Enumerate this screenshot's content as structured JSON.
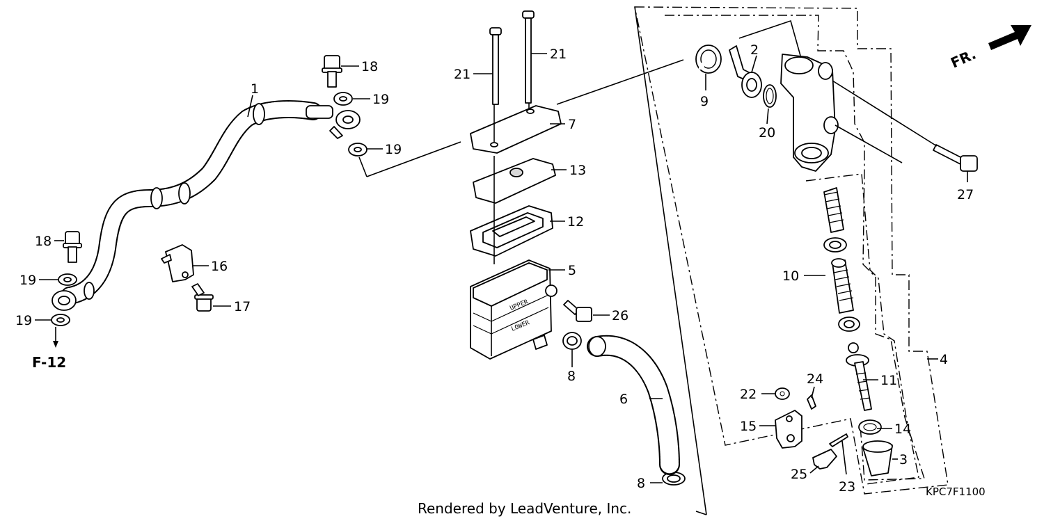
{
  "diagram": {
    "direction_label": "FR.",
    "diagram_code": "KPC7F1100",
    "footer": "Rendered by LeadVenture, Inc.",
    "reference_label": "F-12",
    "callouts": {
      "c1": "1",
      "c2": "2",
      "c3": "3",
      "c4": "4",
      "c5": "5",
      "c6": "6",
      "c7": "7",
      "c8a": "8",
      "c8b": "8",
      "c9": "9",
      "c10": "10",
      "c11": "11",
      "c12": "12",
      "c13": "13",
      "c14": "14",
      "c15": "15",
      "c16": "16",
      "c17": "17",
      "c18a": "18",
      "c18b": "18",
      "c19a": "19",
      "c19b": "19",
      "c19c": "19",
      "c19d": "19",
      "c20": "20",
      "c21a": "21",
      "c21b": "21",
      "c22": "22",
      "c23": "23",
      "c24": "24",
      "c25": "25",
      "c26": "26",
      "c27": "27"
    },
    "reservoir_marks": {
      "upper": "UPPER",
      "lower": "LOWER"
    }
  }
}
